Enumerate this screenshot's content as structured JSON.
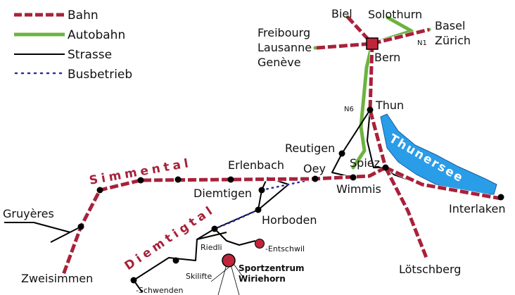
{
  "legend": {
    "rail": "Bahn",
    "motorway": "Autobahn",
    "road": "Strasse",
    "bus": "Busbetrieb"
  },
  "colors": {
    "rail": "#a8213a",
    "motorway": "#6db33f",
    "road": "#000000",
    "bus": "#2b2b9a",
    "lake": "#2a9de8",
    "hub": "#c0253b",
    "valley_label": "#a8213a"
  },
  "places": {
    "biel": "Biel",
    "solothurn": "Solothurn",
    "basel": "Basel",
    "zurich": "Zürich",
    "freibourg": "Freibourg",
    "lausanne": "Lausanne",
    "geneve": "Genève",
    "bern": "Bern",
    "thun": "Thun",
    "reutigen": "Reutigen",
    "spiez": "Spiez",
    "oey": "Oey",
    "erlenbach": "Erlenbach",
    "diemtigen": "Diemtigen",
    "wimmis": "Wimmis",
    "horboden": "Horboden",
    "gruyeres": "Gruyères",
    "zweisimmen": "Zweisimmen",
    "interlaken": "Interlaken",
    "lotschberg": "Lötschberg",
    "riedli": "Riedli",
    "entschwil": "-Entschwil",
    "skilifte": "Skilifte",
    "schwenden": "-Schwenden",
    "sportzentrum_line1": "Sportzentrum",
    "sportzentrum_line2": "Wiriehorn"
  },
  "regions": {
    "simmental": "Simmental",
    "diemtigtal": "Diemtigtal",
    "thunersee": "Thunersee"
  },
  "road_numbers": {
    "n1": "N1",
    "n6": "N6"
  }
}
